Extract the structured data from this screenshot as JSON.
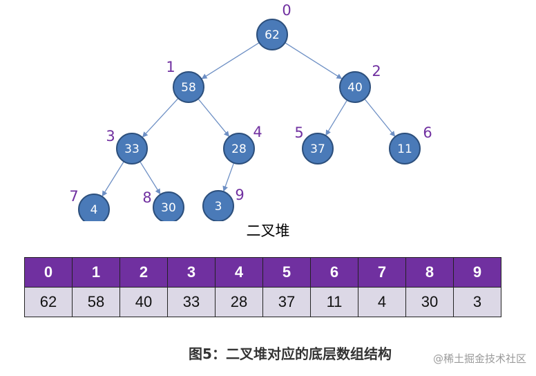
{
  "tree": {
    "caption": "二叉堆",
    "nodes": [
      {
        "index": "0",
        "value": "62"
      },
      {
        "index": "1",
        "value": "58"
      },
      {
        "index": "2",
        "value": "40"
      },
      {
        "index": "3",
        "value": "33"
      },
      {
        "index": "4",
        "value": "28"
      },
      {
        "index": "5",
        "value": "37"
      },
      {
        "index": "6",
        "value": "11"
      },
      {
        "index": "7",
        "value": "4"
      },
      {
        "index": "8",
        "value": "30"
      },
      {
        "index": "9",
        "value": "3"
      }
    ]
  },
  "array": {
    "indices": [
      "0",
      "1",
      "2",
      "3",
      "4",
      "5",
      "6",
      "7",
      "8",
      "9"
    ],
    "values": [
      "62",
      "58",
      "40",
      "33",
      "28",
      "37",
      "11",
      "4",
      "30",
      "3"
    ]
  },
  "figure_caption": "图5：二叉堆对应的底层数组结构",
  "watermark": "@稀土掘金技术社区",
  "colors": {
    "node_fill": "#4a7ab8",
    "index_label": "#7030a0",
    "table_header": "#7030a0",
    "table_cell": "#dcd8e6"
  }
}
